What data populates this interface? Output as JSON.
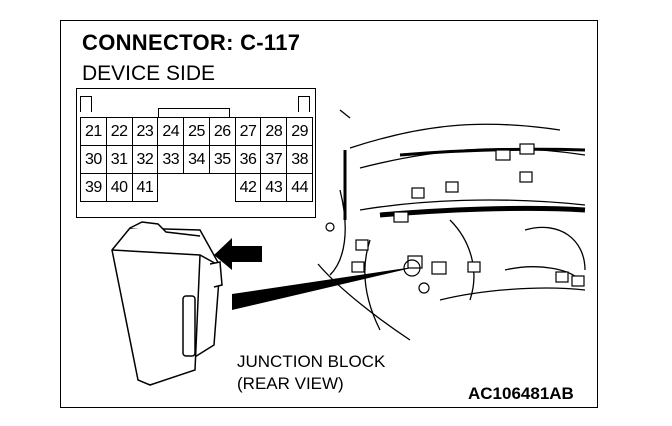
{
  "header": {
    "title": "CONNECTOR: C-117",
    "subtitle": "DEVICE SIDE"
  },
  "connector": {
    "rows": [
      [
        "21",
        "22",
        "23",
        "24",
        "25",
        "26",
        "27",
        "28",
        "29"
      ],
      [
        "30",
        "31",
        "32",
        "33",
        "34",
        "35",
        "36",
        "37",
        "38"
      ],
      [
        "39",
        "40",
        "41",
        "",
        "",
        "",
        "42",
        "43",
        "44"
      ]
    ]
  },
  "labels": {
    "junction_line1": "JUNCTION BLOCK",
    "junction_line2": "(REAR VIEW)",
    "figure_code": "AC106481AB"
  }
}
